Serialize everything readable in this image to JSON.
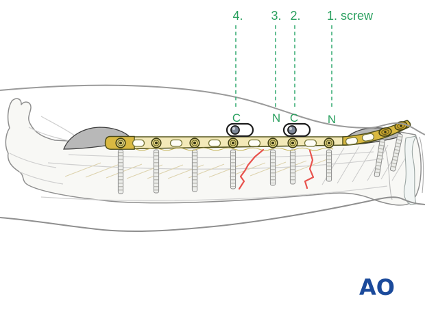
{
  "figure": {
    "type": "surgical-technique-illustration",
    "annotations": {
      "screw_sequence": [
        {
          "label": "4.",
          "position": "C",
          "symbol": "eccentric-screw-icon"
        },
        {
          "label": "3.",
          "position": "N",
          "symbol": ""
        },
        {
          "label": "2.",
          "position": "C",
          "symbol": "eccentric-screw-icon"
        },
        {
          "label": "1. screw",
          "position": "N",
          "symbol": ""
        }
      ]
    },
    "logo": {
      "text": "AO"
    },
    "colors": {
      "annotation_green": "#2aa05f",
      "leader_green": "#46b27e",
      "fracture_red": "#e8534e",
      "plate_gold": "#f3e9b8",
      "plate_gold_dark": "#d9b942",
      "implant_dome_gray": "#b8b8b8",
      "bone_outline_gray": "#8f8f8f",
      "ao_blue": "#1b4a9b"
    }
  }
}
